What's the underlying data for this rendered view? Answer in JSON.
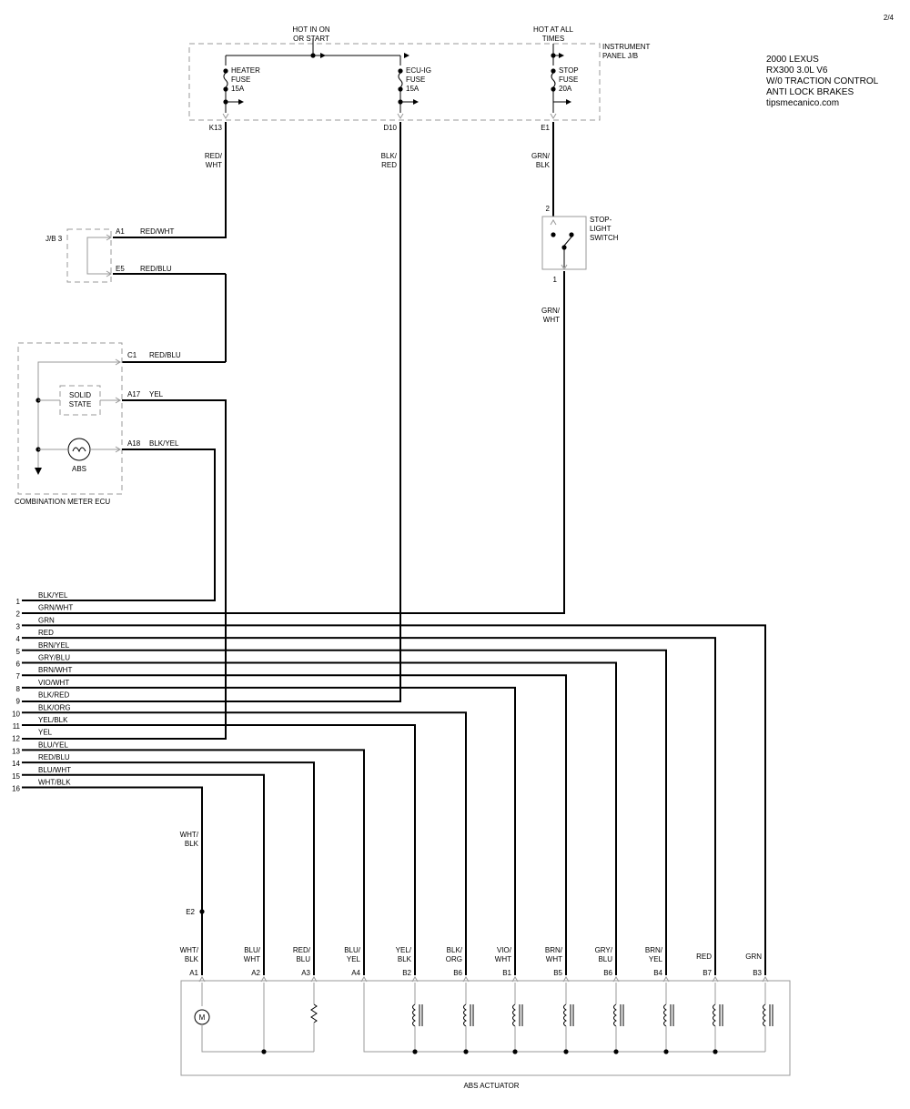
{
  "page_number": "2/4",
  "vehicle": {
    "line1": "2000  LEXUS",
    "line2": "RX300  3.0L  V6",
    "line3": "W/0  TRACTION CONTROL",
    "line4": "ANTI LOCK BRAKES",
    "line5": "tipsmecanico.com"
  },
  "instrument_panel": {
    "hot_on_start": [
      "HOT IN ON",
      "OR START"
    ],
    "hot_all_times": [
      "HOT AT ALL",
      "TIMES"
    ],
    "label": [
      "INSTRUMENT",
      "PANEL J/B"
    ],
    "fuses": [
      {
        "lines": [
          "HEATER",
          "FUSE",
          "15A"
        ],
        "pin": "K13",
        "wire": [
          "RED/",
          "WHT"
        ]
      },
      {
        "lines": [
          "ECU-IG",
          "FUSE",
          "15A"
        ],
        "pin": "D10",
        "wire": [
          "BLK/",
          "RED"
        ]
      },
      {
        "lines": [
          "STOP",
          "FUSE",
          "20A"
        ],
        "pin": "E1",
        "wire": [
          "GRN/",
          "BLK"
        ]
      }
    ]
  },
  "stop_switch": {
    "label": [
      "STOP-",
      "LIGHT",
      "SWITCH"
    ],
    "pin_top": "2",
    "pin_bottom": "1",
    "wire_out": [
      "GRN/",
      "WHT"
    ]
  },
  "jb3": {
    "label": "J/B 3",
    "pins": [
      {
        "pin": "A1",
        "wire": "RED/WHT"
      },
      {
        "pin": "E5",
        "wire": "RED/BLU"
      }
    ]
  },
  "combination_meter": {
    "label": "COMBINATION METER ECU",
    "solid_state": [
      "SOLID",
      "STATE"
    ],
    "abs_lamp": "ABS",
    "pins": [
      {
        "pin": "C1",
        "wire": "RED/BLU"
      },
      {
        "pin": "A17",
        "wire": "YEL"
      },
      {
        "pin": "A18",
        "wire": "BLK/YEL"
      }
    ]
  },
  "harness": [
    {
      "num": "1",
      "wire": "BLK/YEL"
    },
    {
      "num": "2",
      "wire": "GRN/WHT"
    },
    {
      "num": "3",
      "wire": "GRN"
    },
    {
      "num": "4",
      "wire": "RED"
    },
    {
      "num": "5",
      "wire": "BRN/YEL"
    },
    {
      "num": "6",
      "wire": "GRY/BLU"
    },
    {
      "num": "7",
      "wire": "BRN/WHT"
    },
    {
      "num": "8",
      "wire": "VIO/WHT"
    },
    {
      "num": "9",
      "wire": "BLK/RED"
    },
    {
      "num": "10",
      "wire": "BLK/ORG"
    },
    {
      "num": "11",
      "wire": "YEL/BLK"
    },
    {
      "num": "12",
      "wire": "YEL"
    },
    {
      "num": "13",
      "wire": "BLU/YEL"
    },
    {
      "num": "14",
      "wire": "RED/BLU"
    },
    {
      "num": "15",
      "wire": "BLU/WHT"
    },
    {
      "num": "16",
      "wire": "WHT/BLK"
    }
  ],
  "splice": {
    "label": "E2",
    "wire_upper": [
      "WHT/",
      "BLK"
    ]
  },
  "abs_actuator": {
    "label": "ABS ACTUATOR",
    "pins": [
      {
        "pin": "A1",
        "wire": [
          "WHT/",
          "BLK"
        ]
      },
      {
        "pin": "A2",
        "wire": [
          "BLU/",
          "WHT"
        ]
      },
      {
        "pin": "A3",
        "wire": [
          "RED/",
          "BLU"
        ]
      },
      {
        "pin": "A4",
        "wire": [
          "BLU/",
          "YEL"
        ]
      },
      {
        "pin": "B2",
        "wire": [
          "YEL/",
          "BLK"
        ]
      },
      {
        "pin": "B6",
        "wire": [
          "BLK/",
          "ORG"
        ]
      },
      {
        "pin": "B1",
        "wire": [
          "VIO/",
          "WHT"
        ]
      },
      {
        "pin": "B5",
        "wire": [
          "BRN/",
          "WHT"
        ]
      },
      {
        "pin": "B6",
        "wire": [
          "GRY/",
          "BLU"
        ]
      },
      {
        "pin": "B4",
        "wire": [
          "BRN/",
          "YEL"
        ]
      },
      {
        "pin": "B7",
        "wire": [
          "RED"
        ]
      },
      {
        "pin": "B3",
        "wire": [
          "GRN"
        ]
      }
    ],
    "motor_symbol": "M"
  }
}
